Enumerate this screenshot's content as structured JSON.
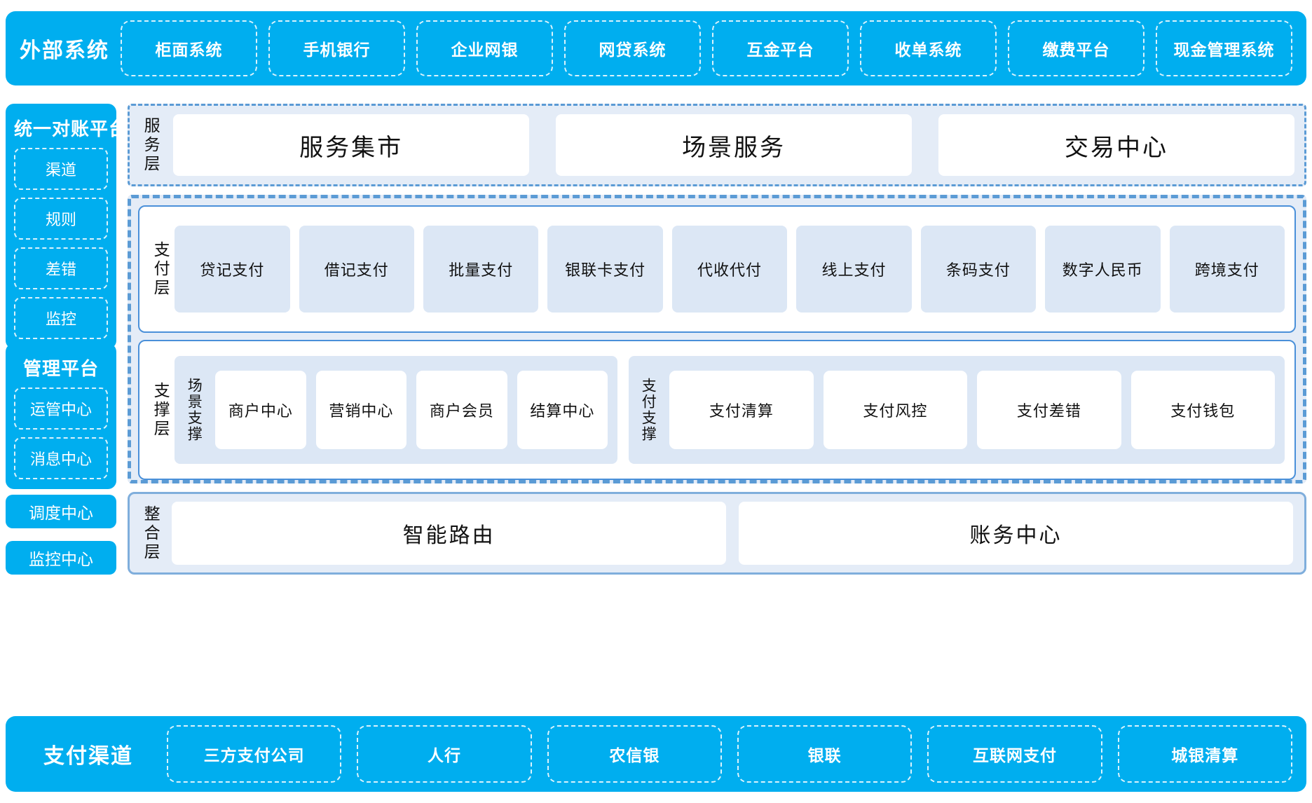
{
  "colors": {
    "cyan": "#00AEEF",
    "panel_fill": "#E4ECF7",
    "dashed_border": "#5B9BD5",
    "card_border": "#4A90D9",
    "chip_fill": "#DCE7F5",
    "white": "#FFFFFF"
  },
  "external_systems": {
    "title": "外部系统",
    "items": [
      "柜面系统",
      "手机银行",
      "企业网银",
      "网贷系统",
      "互金平台",
      "收单系统",
      "缴费平台",
      "现金管理系统"
    ]
  },
  "sidebar": {
    "reconciliation": {
      "title": "统一对账平台",
      "items": [
        "渠道",
        "规则",
        "差错",
        "监控"
      ]
    },
    "management": {
      "title": "管理平台",
      "items": [
        "运管中心",
        "消息中心"
      ]
    },
    "standalone": [
      "调度中心",
      "监控中心"
    ]
  },
  "service_layer": {
    "label": "服务层",
    "items": [
      "服务集市",
      "场景服务",
      "交易中心"
    ]
  },
  "payment_layer": {
    "label": "支付层",
    "items": [
      "贷记支付",
      "借记支付",
      "批量支付",
      "银联卡支付",
      "代收代付",
      "线上支付",
      "条码支付",
      "数字人民币",
      "跨境支付"
    ]
  },
  "support_layer": {
    "label": "支撑层",
    "groups": [
      {
        "label": "场景支撑",
        "items": [
          "商户中心",
          "营销中心",
          "商户会员",
          "结算中心"
        ]
      },
      {
        "label": "支付支撑",
        "items": [
          "支付清算",
          "支付风控",
          "支付差错",
          "支付钱包"
        ]
      }
    ]
  },
  "integration_layer": {
    "label": "整合层",
    "items": [
      "智能路由",
      "账务中心"
    ]
  },
  "payment_channels": {
    "title": "支付渠道",
    "items": [
      "三方支付公司",
      "人行",
      "农信银",
      "银联",
      "互联网支付",
      "城银清算"
    ]
  }
}
